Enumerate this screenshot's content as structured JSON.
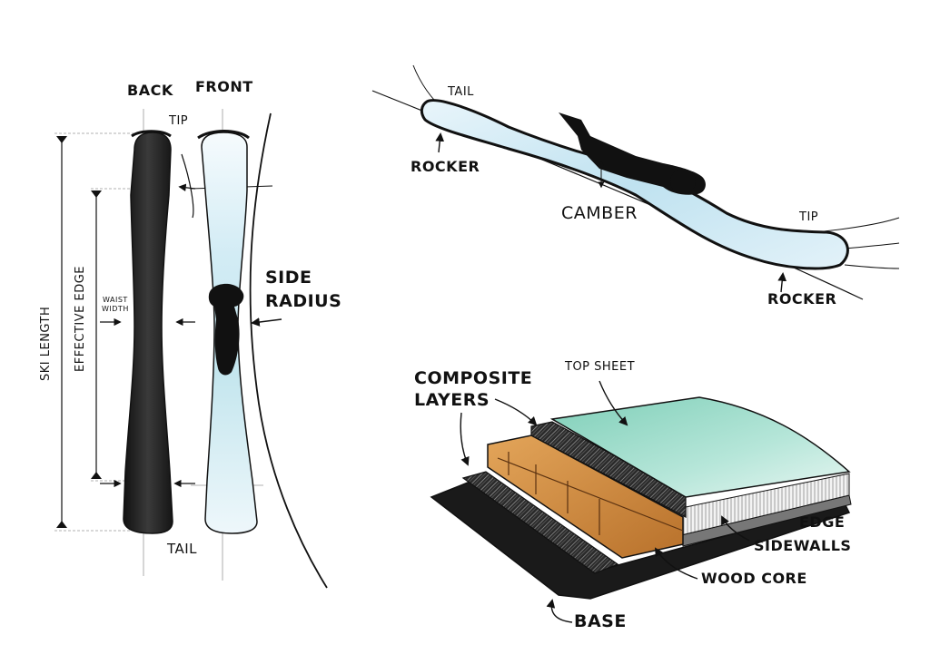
{
  "colors": {
    "ink": "#111111",
    "ice_blue": "#cfe8f3",
    "topsheet_teal": "#9cd7c6",
    "wood": "#d28a3b",
    "ski_black": "#1c1c1c"
  },
  "icons": [
    "arrow-icon",
    "dimension-line-icon"
  ],
  "top_view": {
    "back_label": "BACK",
    "front_label": "FRONT",
    "tip_label": "TIP",
    "tail_label": "TAIL",
    "ski_length_label": "SKI LENGTH",
    "effective_edge_label": "EFFECTIVE EDGE",
    "waist_width_label_1": "WAIST",
    "waist_width_label_2": "WIDTH",
    "side_radius_label_1": "SIDE",
    "side_radius_label_2": "RADIUS"
  },
  "profile_view": {
    "tail_label": "TAIL",
    "tip_label": "TIP",
    "rocker_tail_label": "ROCKER",
    "rocker_tip_label": "ROCKER",
    "camber_label": "CAMBER"
  },
  "cross_section": {
    "composite_layers_label_1": "COMPOSITE",
    "composite_layers_label_2": "LAYERS",
    "top_sheet_label": "TOP SHEET",
    "edge_label": "EDGE",
    "sidewalls_label": "SIDEWALLS",
    "wood_core_label": "WOOD CORE",
    "base_label": "BASE"
  }
}
